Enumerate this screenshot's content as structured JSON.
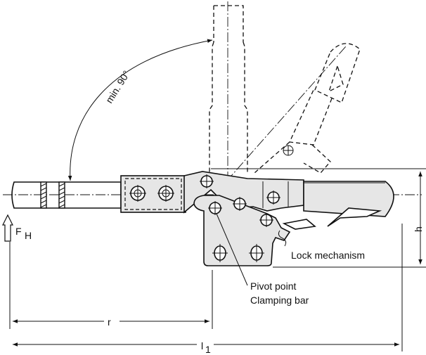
{
  "labels": {
    "angle": "min. 90°",
    "force": "F",
    "force_sub": "H",
    "lock": "Lock mechanism",
    "pivot_line1": "Pivot point",
    "pivot_line2": "Clamping bar",
    "dim_r": "r",
    "dim_l": "l",
    "dim_l_sub": "1",
    "dim_h": "h"
  }
}
